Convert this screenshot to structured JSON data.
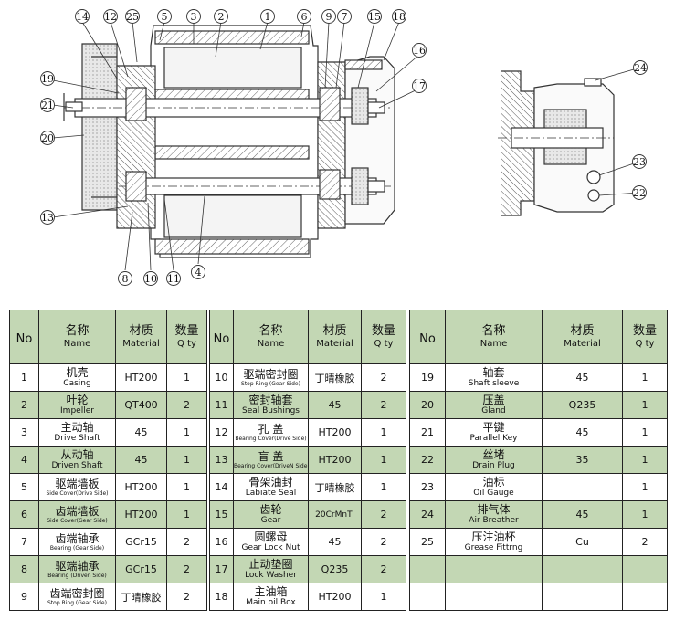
{
  "drawing": {
    "callouts": [
      "1",
      "2",
      "3",
      "4",
      "5",
      "6",
      "7",
      "8",
      "9",
      "10",
      "11",
      "12",
      "13",
      "14",
      "15",
      "16",
      "17",
      "18",
      "19",
      "20",
      "21",
      "22",
      "23",
      "24",
      "25"
    ]
  },
  "table": {
    "headers": {
      "no": "No",
      "name_zh": "名称",
      "name_en": "Name",
      "material_zh": "材质",
      "material_en": "Material",
      "qty_zh": "数量",
      "qty_en": "Q ty"
    },
    "columns": [
      [
        {
          "no": "1",
          "zh": "机壳",
          "en": "Casing",
          "material": "HT200",
          "qty": "1"
        },
        {
          "no": "2",
          "zh": "叶轮",
          "en": "Impeller",
          "material": "QT400",
          "qty": "2"
        },
        {
          "no": "3",
          "zh": "主动轴",
          "en": "Drive Shaft",
          "material": "45",
          "qty": "1"
        },
        {
          "no": "4",
          "zh": "从动轴",
          "en": "Driven Shaft",
          "material": "45",
          "qty": "1"
        },
        {
          "no": "5",
          "zh": "驱端墙板",
          "en": "Side Cover(Drive Side)",
          "material": "HT200",
          "qty": "1"
        },
        {
          "no": "6",
          "zh": "齿端墙板",
          "en": "Side Cover(Gear Side)",
          "material": "HT200",
          "qty": "1"
        },
        {
          "no": "7",
          "zh": "齿端轴承",
          "en": "Bearing (Gear Side)",
          "material": "GCr15",
          "qty": "2"
        },
        {
          "no": "8",
          "zh": "驱端轴承",
          "en": "Bearing (Driven Side)",
          "material": "GCr15",
          "qty": "2"
        },
        {
          "no": "9",
          "zh": "齿端密封圈",
          "en": "Stop Ring (Gear Side)",
          "material": "丁晴橡胶",
          "qty": "2"
        }
      ],
      [
        {
          "no": "10",
          "zh": "驱端密封圈",
          "en": "Stop Ring (Gear Side)",
          "material": "丁晴橡胶",
          "qty": "2"
        },
        {
          "no": "11",
          "zh": "密封轴套",
          "en": "Seal Bushings",
          "material": "45",
          "qty": "2"
        },
        {
          "no": "12",
          "zh": "孔 盖",
          "en": "Bearing Cover(Drive Side)",
          "material": "HT200",
          "qty": "1"
        },
        {
          "no": "13",
          "zh": "盲 盖",
          "en": "Bearing Cover(DriveN Side)",
          "material": "HT200",
          "qty": "1"
        },
        {
          "no": "14",
          "zh": "骨架油封",
          "en": "Labiate Seal",
          "material": "丁晴橡胶",
          "qty": "1"
        },
        {
          "no": "15",
          "zh": "齿轮",
          "en": "Gear",
          "material": "20CrMnTi",
          "qty": "2"
        },
        {
          "no": "16",
          "zh": "圆螺母",
          "en": "Gear Lock Nut",
          "material": "45",
          "qty": "2"
        },
        {
          "no": "17",
          "zh": "止动垫圈",
          "en": "Lock Washer",
          "material": "Q235",
          "qty": "2"
        },
        {
          "no": "18",
          "zh": "主油箱",
          "en": "Main oil Box",
          "material": "HT200",
          "qty": "1"
        }
      ],
      [
        {
          "no": "19",
          "zh": "轴套",
          "en": "Shaft sleeve",
          "material": "45",
          "qty": "1"
        },
        {
          "no": "20",
          "zh": "压盖",
          "en": "Gland",
          "material": "Q235",
          "qty": "1"
        },
        {
          "no": "21",
          "zh": "平键",
          "en": "Parallel Key",
          "material": "45",
          "qty": "1"
        },
        {
          "no": "22",
          "zh": "丝堵",
          "en": "Drain Plug",
          "material": "35",
          "qty": "1"
        },
        {
          "no": "23",
          "zh": "油标",
          "en": "Oil Gauge",
          "material": "",
          "qty": "1"
        },
        {
          "no": "24",
          "zh": "排气体",
          "en": "Air Breather",
          "material": "45",
          "qty": "1"
        },
        {
          "no": "25",
          "zh": "压注油杯",
          "en": "Grease Fittrng",
          "material": "Cu",
          "qty": "2"
        },
        {
          "no": "",
          "zh": "",
          "en": "",
          "material": "",
          "qty": ""
        },
        {
          "no": "",
          "zh": "",
          "en": "",
          "material": "",
          "qty": ""
        }
      ]
    ]
  }
}
